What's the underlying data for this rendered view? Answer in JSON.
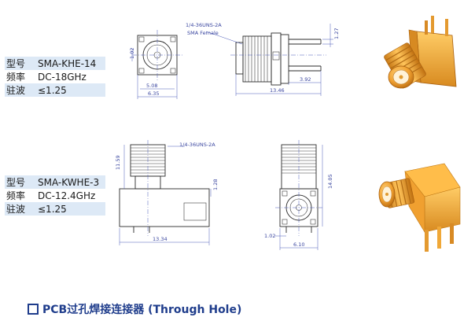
{
  "products": [
    {
      "rows": [
        {
          "key": "型号",
          "value": "SMA-KHE-14"
        },
        {
          "key": "频率",
          "value": "DC-18GHz"
        },
        {
          "key": "驻波",
          "value": "≤1.25"
        }
      ],
      "labels": {
        "thread": "1/4-36UNS-2A",
        "gender": "SMA Female",
        "d1": "1.02",
        "d2": "5.08",
        "d3": "6.35",
        "d4": "1.27",
        "d5": "3.92",
        "d6": "13.46"
      }
    },
    {
      "rows": [
        {
          "key": "型号",
          "value": "SMA-KWHE-3"
        },
        {
          "key": "频率",
          "value": "DC-12.4GHz"
        },
        {
          "key": "驻波",
          "value": "≤1.25"
        }
      ],
      "labels": {
        "thread": "1/4-36UNS-2A",
        "d1": "11.59",
        "d2": "1.28",
        "d3": "13.34",
        "d4": "14.05",
        "d5": "1.02",
        "d6": "6.10"
      }
    }
  ],
  "footer": {
    "title": "PCB过孔焊接连接器 (Through Hole)"
  },
  "colors": {
    "accent": "#1f3d8c",
    "highlight": "#dde9f6",
    "gold": "#f0a030"
  }
}
